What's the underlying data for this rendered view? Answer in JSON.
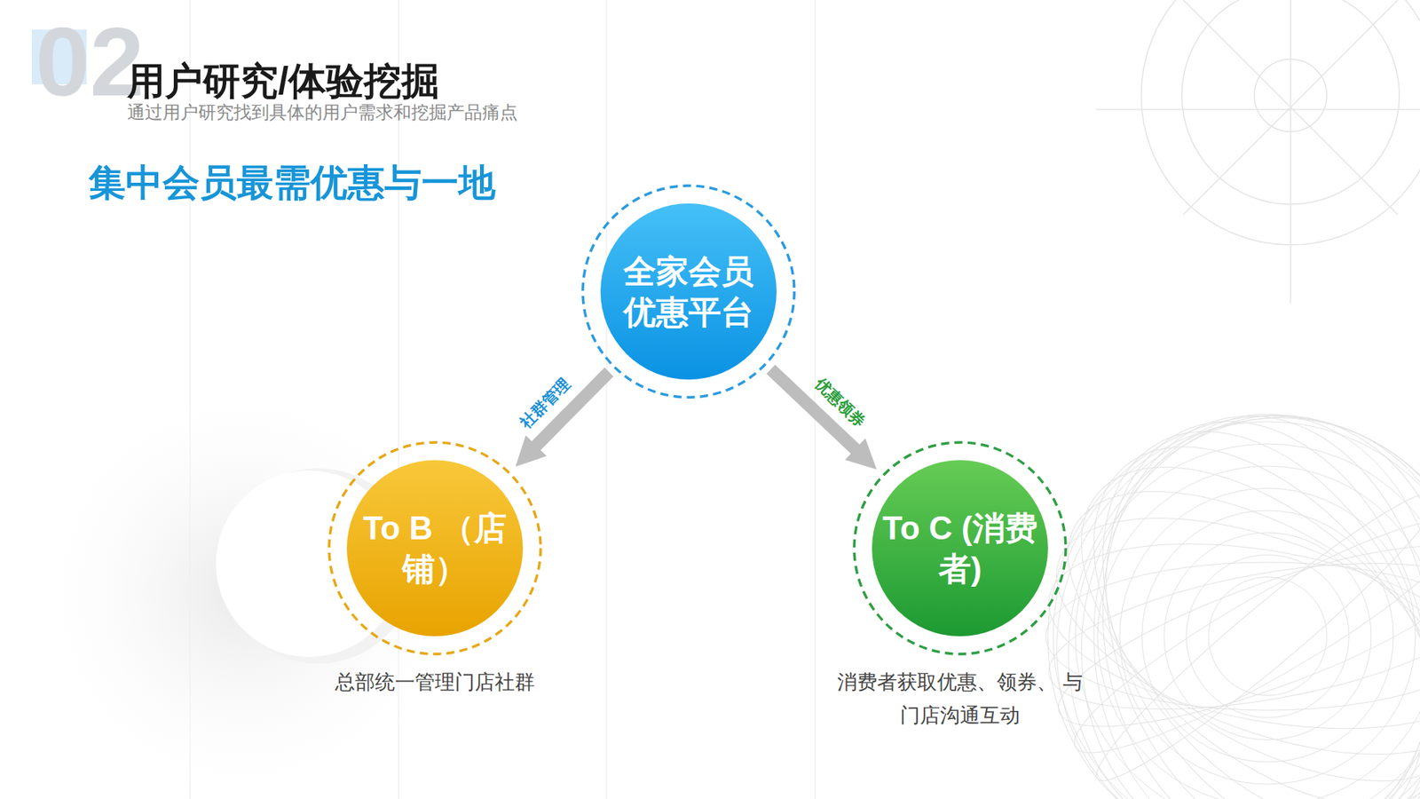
{
  "diagram": {
    "title": "用户研究/体验挖掘",
    "nodes": [
      {
        "text": [
          "全家会员 优惠平台"
        ]
      },
      {
        "text": [
          "To B （店铺）",
          "总部统一管理门店社群"
        ]
      },
      {
        "text": [
          "To C (消费者)",
          "消费者获取优惠、领券、 与门店沟通互动"
        ]
      }
    ],
    "edges": [
      {
        "from": 0,
        "to": 1,
        "label": "社群管理",
        "arrow": "to"
      },
      {
        "from": 0,
        "to": 2,
        "label": "优惠领券",
        "arrow": "to"
      }
    ],
    "labels": [
      "02",
      "通过用户研究找到具体的用户需求和挖掘产品痛点",
      "集中会员最需优惠与一地"
    ]
  }
}
